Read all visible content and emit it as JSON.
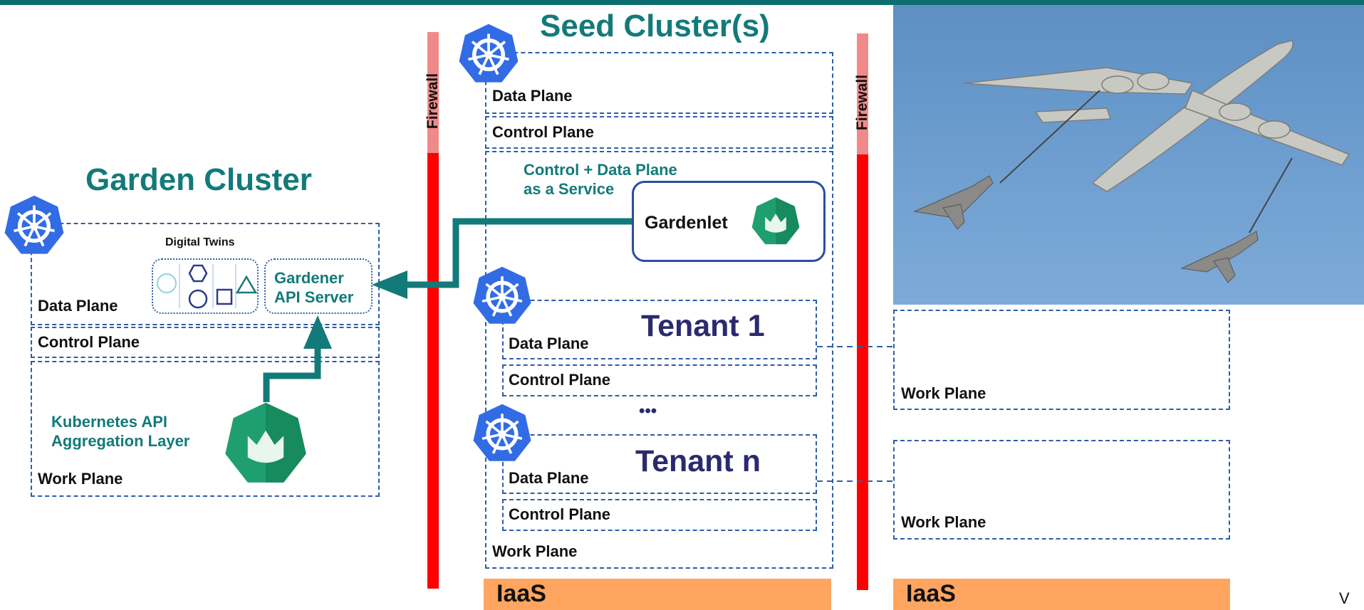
{
  "garden": {
    "title": "Garden Cluster",
    "digital_twins": "Digital Twins",
    "api_server": [
      "Gardener",
      "API Server"
    ],
    "data_plane": "Data Plane",
    "control_plane": "Control Plane",
    "work_plane": "Work Plane",
    "aggregation": [
      "Kubernetes API",
      "Aggregation Layer"
    ]
  },
  "firewall_label": "Firewall",
  "seed": {
    "title": "Seed Cluster(s)",
    "data_plane": "Data Plane",
    "control_plane": "Control Plane",
    "service_label": [
      "Control + Data Plane",
      "as a Service"
    ],
    "gardenlet": "Gardenlet",
    "tenant1": {
      "name": "Tenant 1",
      "data_plane": "Data Plane",
      "control_plane": "Control Plane"
    },
    "ellipsis": "•••",
    "tenantn": {
      "name": "Tenant n",
      "data_plane": "Data Plane",
      "control_plane": "Control Plane"
    },
    "work_plane": "Work Plane",
    "iaas": "IaaS"
  },
  "right": {
    "work_plane_1": "Work Plane",
    "work_plane_2": "Work Plane",
    "iaas": "IaaS"
  },
  "corner_mark": "V",
  "colors": {
    "teal": "#137a7a",
    "k8s_blue": "#326ce5",
    "firewall_red": "#ff0000",
    "iaas_orange": "#ffa560",
    "dash_blue": "#2d5ea8",
    "gardener_green": "#1f9f6f"
  }
}
